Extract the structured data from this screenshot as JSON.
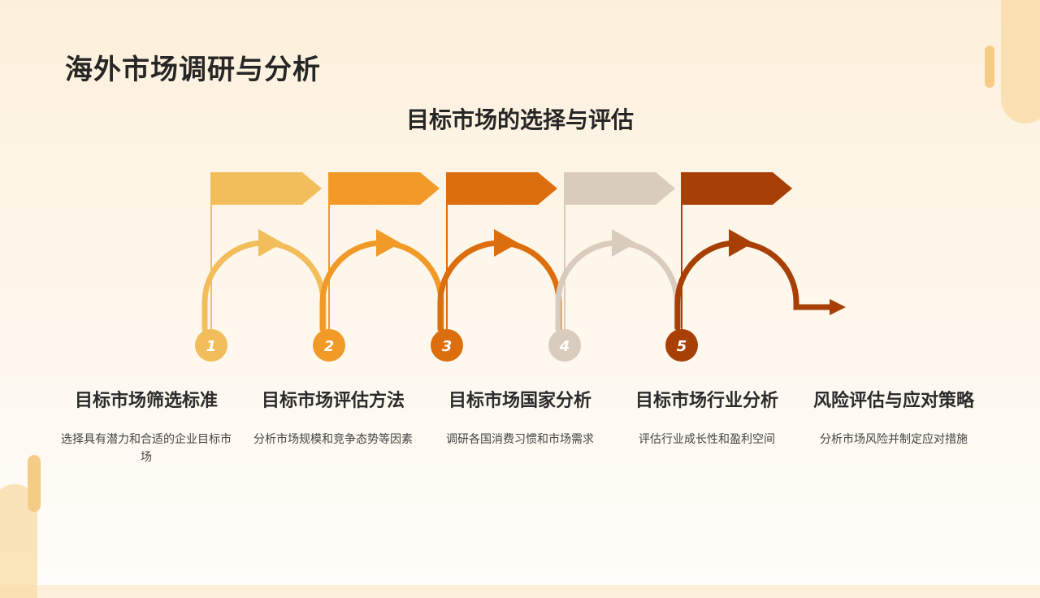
{
  "title": "海外市场调研与分析",
  "subtitle": "目标市场的选择与评估",
  "colors": {
    "step1": "#F2BE5C",
    "step2": "#F19A28",
    "step3": "#DD6E0E",
    "step4": "#D9CCBE",
    "step5": "#A83F04"
  },
  "steps": [
    {
      "number": "1",
      "title": "目标市场筛选标准",
      "description": "选择具有潜力和合适的企业目标市场"
    },
    {
      "number": "2",
      "title": "目标市场评估方法",
      "description": "分析市场规模和竞争态势等因素"
    },
    {
      "number": "3",
      "title": "目标市场国家分析",
      "description": "调研各国消费习惯和市场需求"
    },
    {
      "number": "4",
      "title": "目标市场行业分析",
      "description": "评估行业成长性和盈利空间"
    },
    {
      "number": "5",
      "title": "风险评估与应对策略",
      "description": "分析市场风险并制定应对措施"
    }
  ]
}
